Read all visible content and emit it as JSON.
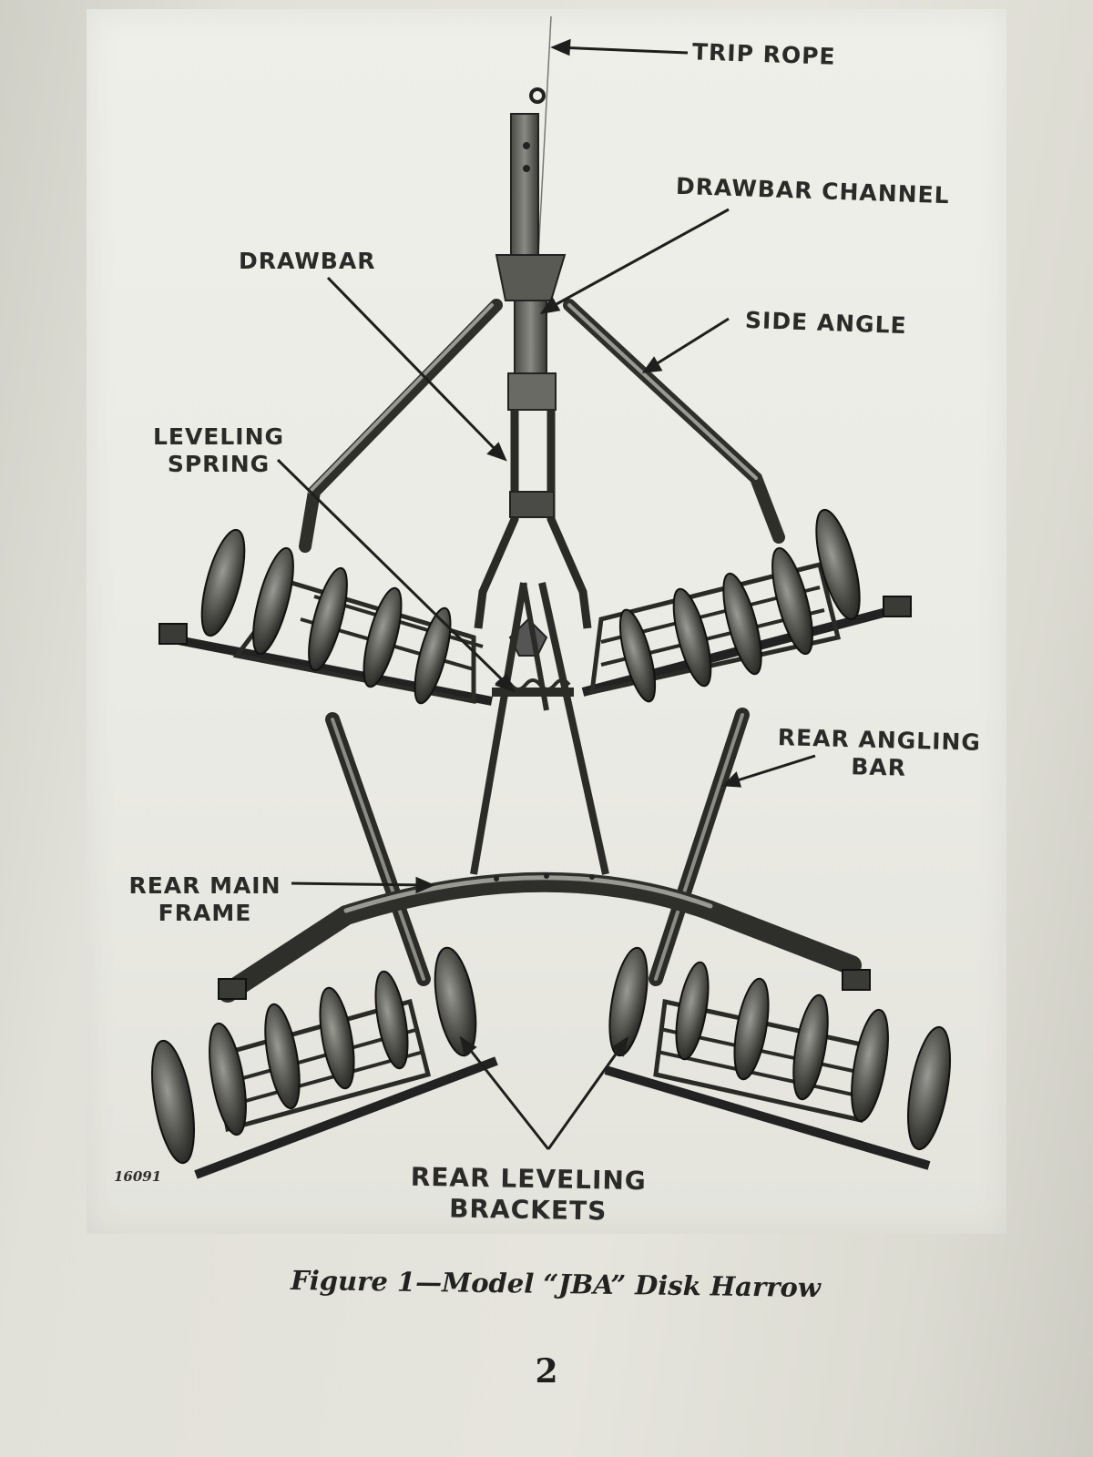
{
  "figure": {
    "labels": {
      "trip_rope": "TRIP ROPE",
      "drawbar_channel": "DRAWBAR CHANNEL",
      "drawbar": "DRAWBAR",
      "side_angle": "SIDE ANGLE",
      "leveling_spring_line1": "LEVELING",
      "leveling_spring_line2": "SPRING",
      "rear_angling_bar_line1": "REAR ANGLING",
      "rear_angling_bar_line2": "BAR",
      "rear_main_frame_line1": "REAR MAIN",
      "rear_main_frame_line2": "FRAME",
      "rear_leveling_brackets_line1": "REAR LEVELING",
      "rear_leveling_brackets_line2": "BRACKETS"
    },
    "plate_number": "16091",
    "caption": "Figure 1—Model “JBA” Disk Harrow"
  },
  "page_number": "2"
}
